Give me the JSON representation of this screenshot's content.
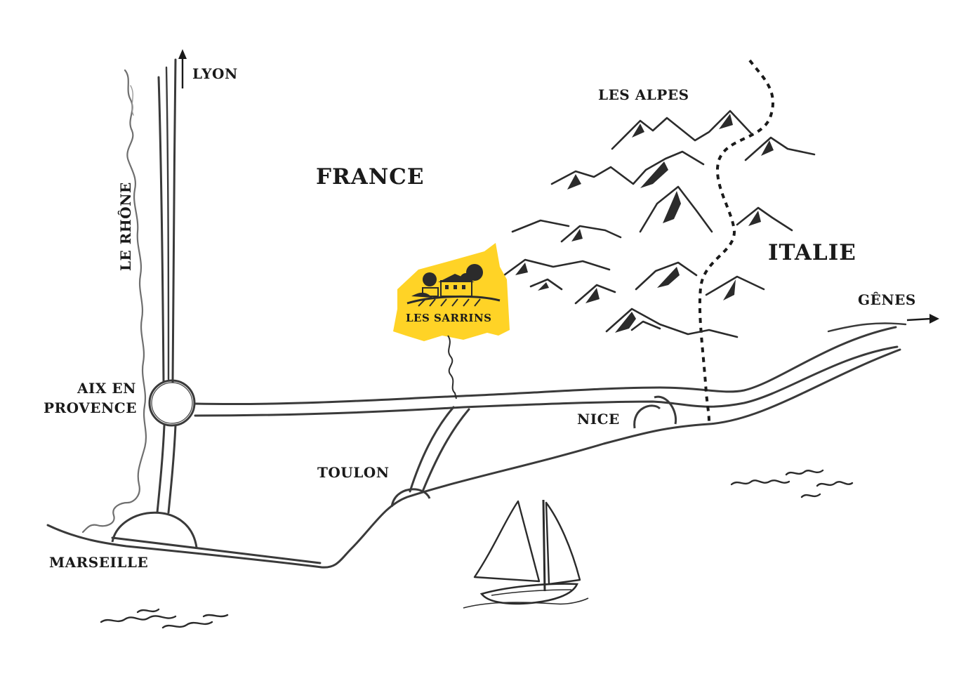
{
  "map": {
    "country_france": "FRANCE",
    "country_italy": "ITALIE",
    "mountains_label": "LES ALPES",
    "river_label": "LE RHÔNE",
    "direction_lyon": "LYON",
    "direction_genes": "GÊNES",
    "city_aix_line1": "AIX EN",
    "city_aix_line2": "PROVENCE",
    "city_marseille": "MARSEILLE",
    "city_toulon": "TOULON",
    "city_nice": "NICE",
    "estate_label": "LES SARRINS",
    "colors": {
      "ink": "#2b2b2b",
      "river": "#6f6f6f",
      "highlight": "#ffd326",
      "background": "#ffffff"
    },
    "icons": [
      "arrow-up-icon",
      "arrow-right-icon",
      "house-icon",
      "sailboat-icon",
      "mountain-icon",
      "wave-icon"
    ]
  }
}
